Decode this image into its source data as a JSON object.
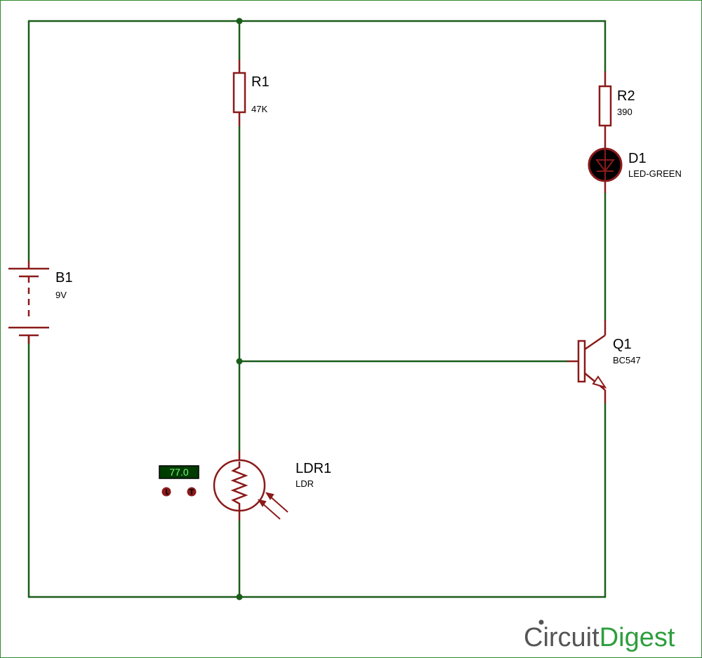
{
  "components": {
    "battery": {
      "ref": "B1",
      "value": "9V"
    },
    "r1": {
      "ref": "R1",
      "value": "47K"
    },
    "r2": {
      "ref": "R2",
      "value": "390"
    },
    "led": {
      "ref": "D1",
      "value": "LED-GREEN"
    },
    "transistor": {
      "ref": "Q1",
      "value": "BC547"
    },
    "ldr": {
      "ref": "LDR1",
      "value": "LDR",
      "light_level": "77.0"
    }
  },
  "brand": {
    "part1": "Circuit",
    "part2": "Digest"
  },
  "colors": {
    "wire": "#1a5c1a",
    "component": "#8b1a1a",
    "background": "#ffffff",
    "frame": "#2e8b2e",
    "display_bg": "#003b00",
    "display_text": "#7dff7d",
    "brand_dark": "#555555",
    "brand_green": "#2e9e3e"
  }
}
